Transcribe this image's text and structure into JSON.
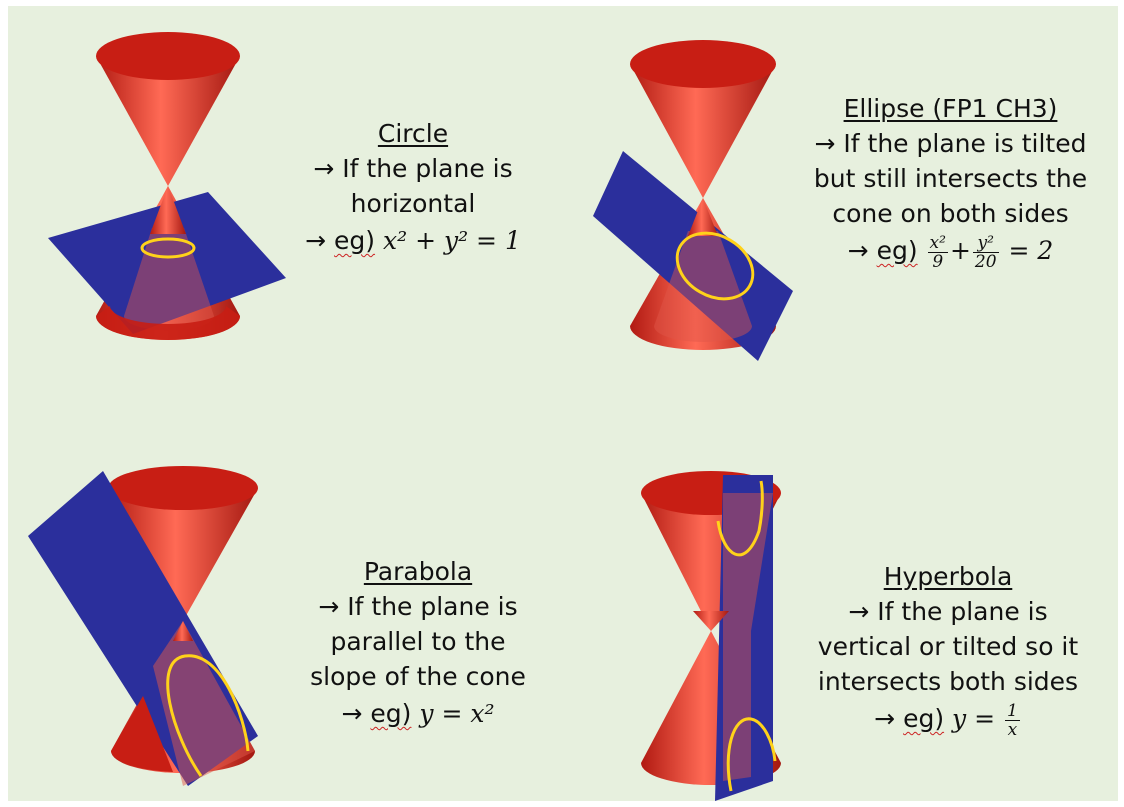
{
  "arrow": "→",
  "eg_label": "eg)",
  "sections": {
    "circle": {
      "title": "Circle",
      "lines": [
        "If the plane is",
        "horizontal"
      ],
      "equation": "x² + y² = 1"
    },
    "ellipse": {
      "title": "Ellipse (FP1 CH3)",
      "lines": [
        "If the plane is tilted",
        "but still intersects the",
        "cone on both sides"
      ],
      "equation_num1": "x²",
      "equation_den1": "9",
      "equation_plus": "+",
      "equation_num2": "y²",
      "equation_den2": "20",
      "equation_rhs": "= 2"
    },
    "parabola": {
      "title": "Parabola",
      "lines": [
        "If the plane is",
        "parallel to the",
        "slope of the cone"
      ],
      "equation": "y = x²"
    },
    "hyperbola": {
      "title": "Hyperbola",
      "lines": [
        "If the plane is",
        "vertical or tilted so it",
        "intersects both sides"
      ],
      "equation_lhs": "y =",
      "equation_num": "1",
      "equation_den": "x"
    }
  },
  "colors": {
    "background": "#e7f0de",
    "cone": "#d9261c",
    "plane": "#2b2f9c",
    "curve": "#ffd21a"
  }
}
